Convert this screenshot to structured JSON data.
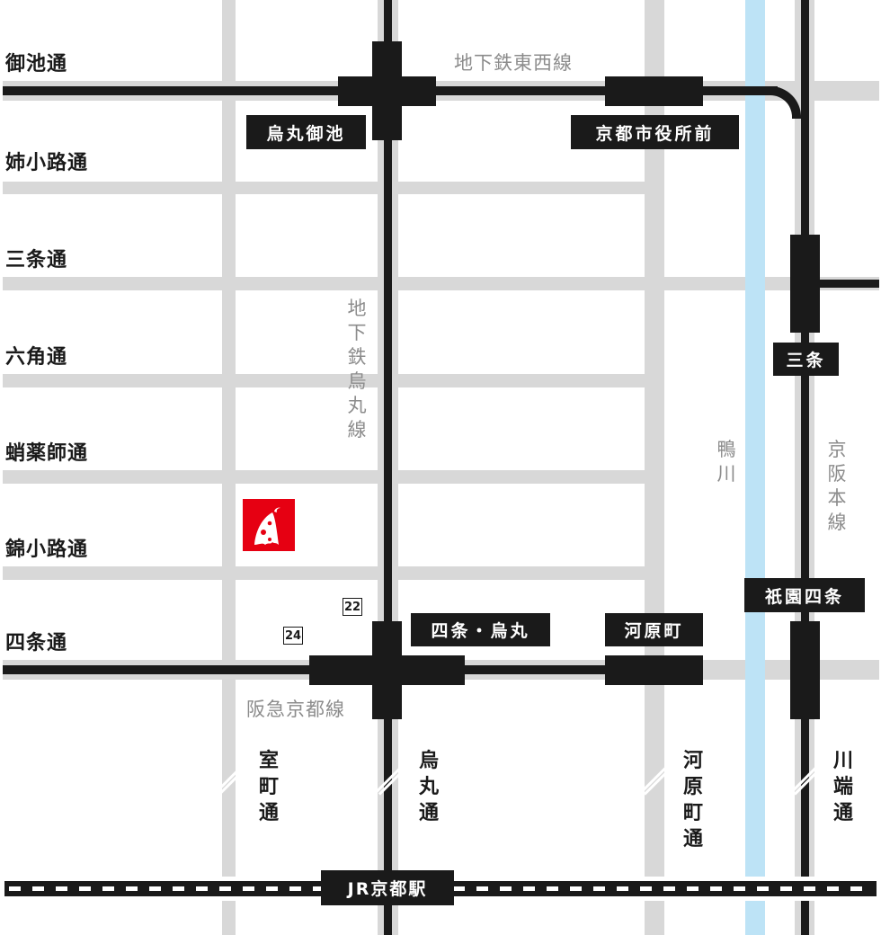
{
  "colors": {
    "road": "#d8d8d8",
    "river": "#bde3f6",
    "rail": "#1a1a1a",
    "station_label_bg": "#1a1a1a",
    "station_label_text": "#ffffff",
    "line_label": "#8c8c8c",
    "shop_marker": "#e60012"
  },
  "streets": {
    "horizontal": [
      {
        "id": "oike",
        "label": "御池通"
      },
      {
        "id": "aneyakoji",
        "label": "姉小路通"
      },
      {
        "id": "sanjo",
        "label": "三条通"
      },
      {
        "id": "rokkaku",
        "label": "六角通"
      },
      {
        "id": "takoyakushi",
        "label": "蛸薬師通"
      },
      {
        "id": "nishikikoji",
        "label": "錦小路通"
      },
      {
        "id": "shijo",
        "label": "四条通"
      }
    ],
    "vertical": [
      {
        "id": "muromachi",
        "label": "室町通"
      },
      {
        "id": "karasuma",
        "label": "烏丸通"
      },
      {
        "id": "kawaramachi",
        "label": "河原町通"
      },
      {
        "id": "kawabata",
        "label": "川端通"
      }
    ]
  },
  "river": {
    "label": "鴨川"
  },
  "rail_lines": {
    "tozai": "地下鉄東西線",
    "karasuma": "地下鉄烏丸線",
    "hankyu": "阪急京都線",
    "keihan": "京阪本線"
  },
  "stations": {
    "karasuma_oike": "烏丸御池",
    "kyoto_shiyakushomae": "京都市役所前",
    "sanjo": "三条",
    "gion_shijo": "祇園四条",
    "shijo_karasuma": "四条・烏丸",
    "kawaramachi": "河原町",
    "jr_kyoto": "JR京都駅"
  },
  "route_markers": {
    "r22": "22",
    "r24": "24"
  },
  "shop_marker": {
    "icon": "shop-logo-icon"
  }
}
